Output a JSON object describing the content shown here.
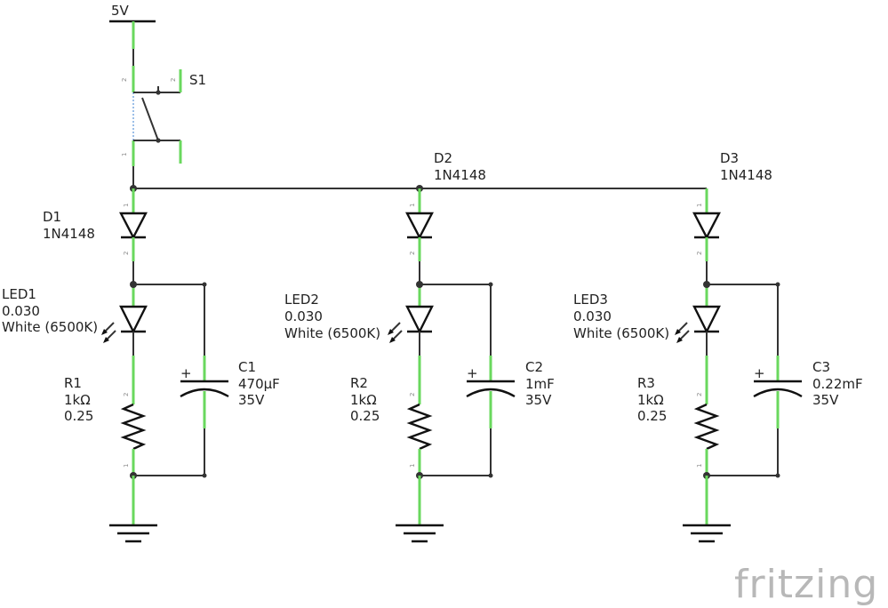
{
  "supply": {
    "label": "5V"
  },
  "switch": {
    "ref": "S1",
    "pin1": "1",
    "pin2": "2"
  },
  "branches": [
    {
      "diode_ref": "D1",
      "diode_part": "1N4148",
      "led_ref": "LED1",
      "led_value": "0.030",
      "led_color": "White (6500K)",
      "res_ref": "R1",
      "res_value": "1kΩ",
      "res_power": "0.25",
      "cap_ref": "C1",
      "cap_value": "470µF",
      "cap_voltage": "35V",
      "cap_polarity": "+"
    },
    {
      "diode_ref": "D2",
      "diode_part": "1N4148",
      "led_ref": "LED2",
      "led_value": "0.030",
      "led_color": "White (6500K)",
      "res_ref": "R2",
      "res_value": "1kΩ",
      "res_power": "0.25",
      "cap_ref": "C2",
      "cap_value": "1mF",
      "cap_voltage": "35V",
      "cap_polarity": "+"
    },
    {
      "diode_ref": "D3",
      "diode_part": "1N4148",
      "led_ref": "LED3",
      "led_value": "0.030",
      "led_color": "White (6500K)",
      "res_ref": "R3",
      "res_value": "1kΩ",
      "res_power": "0.25",
      "cap_ref": "C3",
      "cap_value": "0.22mF",
      "cap_voltage": "35V",
      "cap_polarity": "+"
    }
  ],
  "pin_numbers": {
    "one": "1",
    "two": "2"
  },
  "watermark": "fritzing",
  "colors": {
    "wire": "#333333",
    "pin": "#6ad85e",
    "logo": "#b8b8b8"
  }
}
